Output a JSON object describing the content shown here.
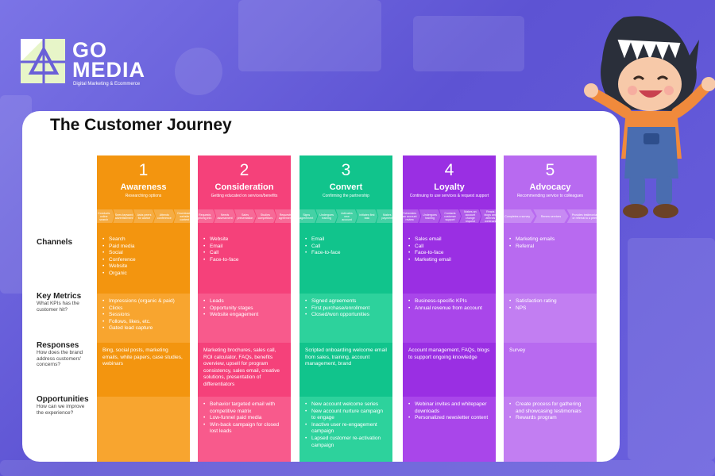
{
  "brand": {
    "name_line1": "GO",
    "name_line2": "MEDIA",
    "tagline": "Digital Marketing & Ecommerce"
  },
  "title": "The Customer Journey",
  "row_labels": [
    {
      "title": "Channels",
      "sub": ""
    },
    {
      "title": "Key Metrics",
      "sub": "What KPIs has the customer hit?"
    },
    {
      "title": "Responses",
      "sub": "How does the brand address customers' concerns?"
    },
    {
      "title": "Opportunities",
      "sub": "How can we improve the experience?"
    }
  ],
  "stages": [
    {
      "number": "1",
      "name": "Awareness",
      "subtitle": "Researching options",
      "colors": {
        "dark": "#f3950f",
        "light": "#f8a52f"
      },
      "steps": [
        "Conducts online search",
        "Sees keyword advertisement",
        "Asks peers for advice",
        "Attends conference",
        "Downloads website content"
      ],
      "channels": [
        "Search",
        "Paid media",
        "Social",
        "Conference",
        "Website",
        "Organic"
      ],
      "metrics": [
        "Impressions (organic & paid)",
        "Clicks",
        "Sessions",
        "Follows, likes, etc.",
        "Gated lead capture"
      ],
      "responses": "Bing, social posts, marketing emails, white papers, case studies, webinars",
      "opportunities": []
    },
    {
      "number": "2",
      "name": "Consideration",
      "subtitle": "Getting educated on services/benefits",
      "colors": {
        "dark": "#f5417a",
        "light": "#f85a8c"
      },
      "steps": [
        "Requests pricing info",
        "Needs assessment",
        "Sales presentation",
        "Studies competitors",
        "Requests agreement"
      ],
      "channels": [
        "Website",
        "Email",
        "Call",
        "Face-to-face"
      ],
      "metrics": [
        "Leads",
        "Opportunity stages",
        "Website engagement"
      ],
      "responses": "Marketing brochures, sales call, ROI calculator, FAQs, benefits overview, upsell for program consistency, sales email, creative solutions, presentation of differentiators",
      "opportunities": [
        "Behavior targeted email with competitive matrix",
        "Low-funnel paid media",
        "Win-back campaign for closed lost leads"
      ]
    },
    {
      "number": "3",
      "name": "Convert",
      "subtitle": "Confirming the partnership",
      "colors": {
        "dark": "#11c48c",
        "light": "#2dd29c"
      },
      "steps": [
        "Signs agreement",
        "Undergoes training",
        "Activates new account",
        "Initiates first task",
        "Makes payment"
      ],
      "channels": [
        "Email",
        "Call",
        "Face-to-face"
      ],
      "metrics": [
        "Signed agreements",
        "First purchase/enrollment",
        "Closed/won opportunities"
      ],
      "responses": "Scripted onboarding welcome email from sales, training, account management, brand",
      "opportunities": [
        "New account welcome series",
        "New account nurture campaign to engage",
        "Inactive user re-engagement campaign",
        "Lapsed customer re-activation campaign"
      ]
    },
    {
      "number": "4",
      "name": "Loyalty",
      "subtitle": "Continuing to use services & request support",
      "colors": {
        "dark": "#9a2fe3",
        "light": "#a946ea"
      },
      "steps": [
        "Schedules an account review",
        "Undergoes training",
        "Contacts customer support",
        "Makes an account change request",
        "Reads blogs and attends webinars"
      ],
      "channels": [
        "Sales email",
        "Call",
        "Face-to-face",
        "Marketing email"
      ],
      "metrics": [
        "Business-specific KPIs",
        "Annual revenue from account"
      ],
      "responses": "Account management, FAQs, blogs to support ongoing knowledge",
      "opportunities": [
        "Webinar invites and whitepaper downloads",
        "Personalized newsletter content"
      ]
    },
    {
      "number": "5",
      "name": "Advocacy",
      "subtitle": "Recommending service to colleagues",
      "colors": {
        "dark": "#b86af0",
        "light": "#c27ef2"
      },
      "steps": [
        "Completes a survey",
        "Renew services",
        "Provides testimonial or referral to a peer"
      ],
      "channels": [
        "Marketing emails",
        "Referral"
      ],
      "metrics": [
        "Satisfaction rating",
        "NPS"
      ],
      "responses": "Survey",
      "opportunities": [
        "Create process for gathering and showcasing testimonials",
        "Rewards program"
      ]
    }
  ]
}
